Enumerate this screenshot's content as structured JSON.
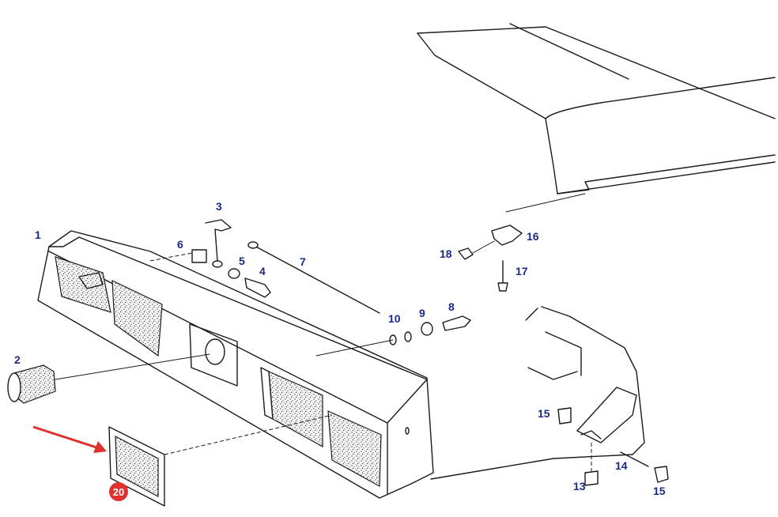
{
  "callouts": [
    {
      "id": "c1",
      "label": "1"
    },
    {
      "id": "c2",
      "label": "2"
    },
    {
      "id": "c3",
      "label": "3"
    },
    {
      "id": "c4",
      "label": "4"
    },
    {
      "id": "c5",
      "label": "5"
    },
    {
      "id": "c6",
      "label": "6"
    },
    {
      "id": "c7",
      "label": "7"
    },
    {
      "id": "c8",
      "label": "8"
    },
    {
      "id": "c9",
      "label": "9"
    },
    {
      "id": "c10",
      "label": "10"
    },
    {
      "id": "c13",
      "label": "13"
    },
    {
      "id": "c14",
      "label": "14"
    },
    {
      "id": "c15a",
      "label": "15"
    },
    {
      "id": "c15b",
      "label": "15"
    },
    {
      "id": "c16",
      "label": "16"
    },
    {
      "id": "c17",
      "label": "17"
    },
    {
      "id": "c18",
      "label": "18"
    }
  ],
  "highlight": {
    "label": "20",
    "color": "#e03030"
  },
  "colors": {
    "line": "#1a1a1a",
    "callout": "#1a2a8a",
    "arrow": "#e03030"
  }
}
